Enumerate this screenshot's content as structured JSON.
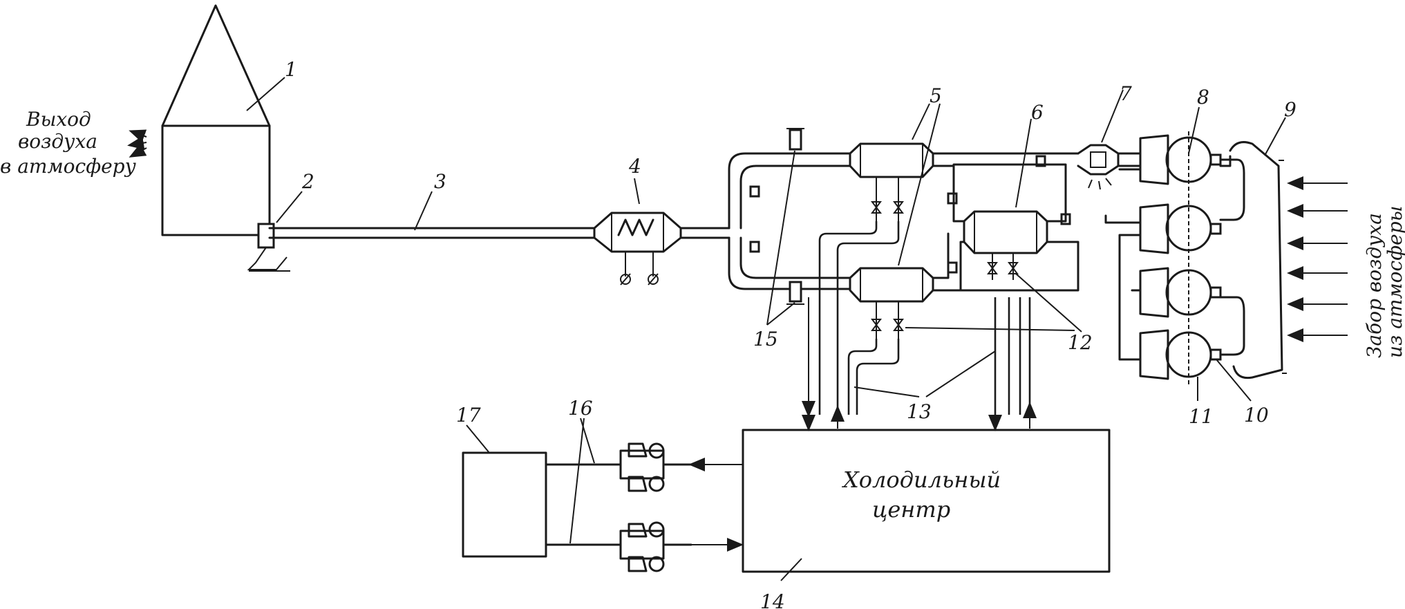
{
  "labels": {
    "n1": "1",
    "n2": "2",
    "n3": "3",
    "n4": "4",
    "n5": "5",
    "n6": "6",
    "n7": "7",
    "n8": "8",
    "n9": "9",
    "n10": "10",
    "n11": "11",
    "n12": "12",
    "n13": "13",
    "n14": "14",
    "n15": "15",
    "n16": "16",
    "n17": "17"
  },
  "outlet_text": [
    "Выход",
    "воздуха",
    "в атмосферу"
  ],
  "intake_text": [
    "Забор воздуха",
    "из атмосферы"
  ],
  "cold_center": [
    "Холодильный",
    "центр"
  ]
}
